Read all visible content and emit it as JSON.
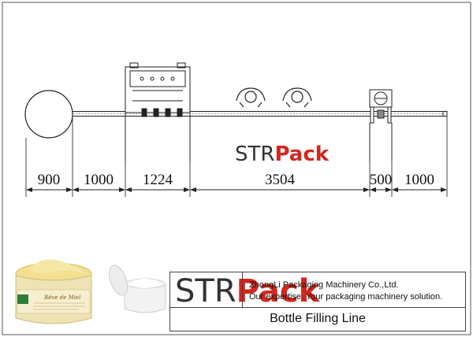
{
  "dimensions": [
    "900",
    "1000",
    "1224",
    "3504",
    "500",
    "1000"
  ],
  "brand": {
    "prefix": "STR",
    "accent": "Pack",
    "accent_color": "#d2271f"
  },
  "footer": {
    "company": "ZhongLi Packaging Machinery Co.,Ltd.",
    "slogan": "Our expertise. Your packaging machinery solution.",
    "title": "Bottle Filling Line"
  },
  "product_label": {
    "brand": "Rêve de Miel"
  }
}
